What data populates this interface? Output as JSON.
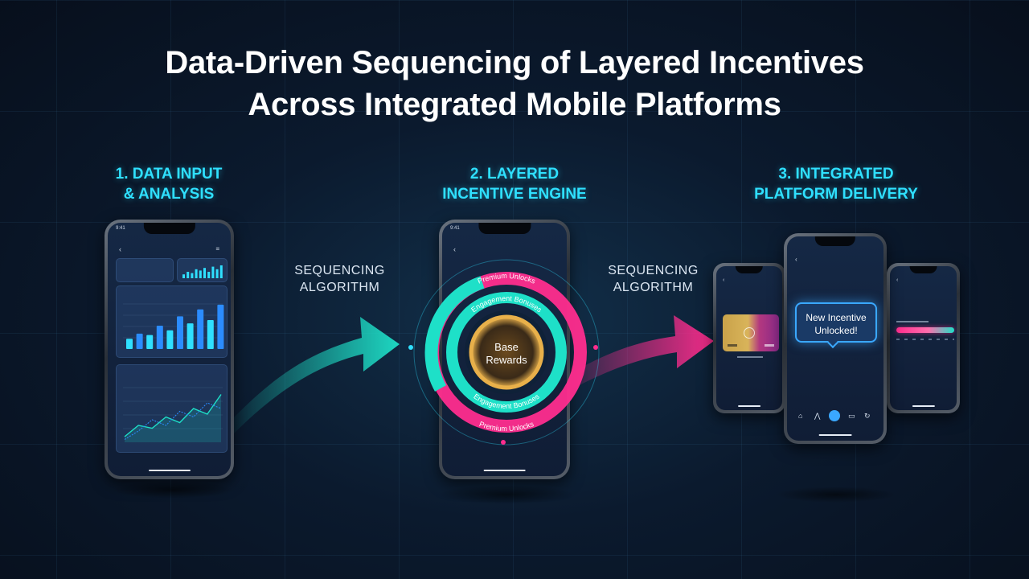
{
  "title": {
    "line1": "Data-Driven Sequencing of Layered Incentives",
    "line2": "Across Integrated Mobile Platforms"
  },
  "steps": [
    {
      "line1": "1. DATA INPUT",
      "line2": "& ANALYSIS"
    },
    {
      "line1": "2. LAYERED",
      "line2": "INCENTIVE ENGINE"
    },
    {
      "line1": "3. INTEGRATED",
      "line2": "PLATFORM DELIVERY"
    }
  ],
  "connectors": [
    {
      "line1": "SEQUENCING",
      "line2": "ALGORITHM"
    },
    {
      "line1": "SEQUENCING",
      "line2": "ALGORITHM"
    }
  ],
  "engine": {
    "core_line1": "Base",
    "core_line2": "Rewards",
    "middle_ring": "Engagement Bonuses",
    "outer_ring": "Premium Unlocks"
  },
  "delivery": {
    "notification_line1": "New Incentive",
    "notification_line2": "Unlocked!"
  },
  "colors": {
    "cyan": "#2fe0ff",
    "teal": "#1ee0c8",
    "magenta": "#ff2d8e",
    "gold": "#e8b04a",
    "blue_accent": "#3aa8ff"
  },
  "phone1_bar_levels": [
    0.22,
    0.33,
    0.3,
    0.5,
    0.4,
    0.7,
    0.55,
    0.85,
    0.62,
    0.95
  ],
  "phone1_line_a": [
    0.1,
    0.3,
    0.25,
    0.45,
    0.35,
    0.6,
    0.5,
    0.85
  ],
  "phone1_line_b": [
    0.05,
    0.2,
    0.4,
    0.3,
    0.55,
    0.45,
    0.7,
    0.6
  ],
  "phone1_mini_bars": [
    0.3,
    0.5,
    0.4,
    0.7,
    0.6,
    0.8,
    0.5,
    0.9,
    0.7,
    1.0
  ]
}
